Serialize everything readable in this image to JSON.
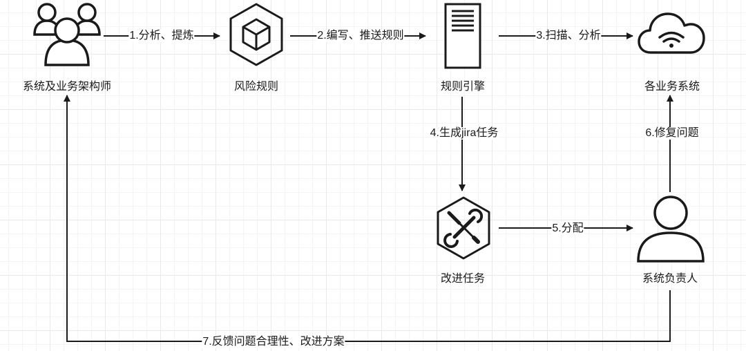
{
  "nodes": {
    "architects": "系统及业务架构师",
    "risk_rules": "风险规则",
    "rule_engine": "规则引擎",
    "business_systems": "各业务系统",
    "improvement_tasks": "改进任务",
    "system_owner": "系统负责人"
  },
  "edges": {
    "e1": "1.分析、提炼",
    "e2": "2.编写、推送规则",
    "e3": "3.扫描、分析",
    "e4": "4.生成jira任务",
    "e5": "5.分配",
    "e6": "6.修复问题",
    "e7": "7.反馈问题合理性、改进方案"
  },
  "icons": {
    "architects": "group-users-icon",
    "risk_rules": "cube-hexagon-icon",
    "rule_engine": "server-icon",
    "business_systems": "cloud-wifi-icon",
    "improvement_tasks": "tools-hexagon-icon",
    "system_owner": "user-icon"
  }
}
